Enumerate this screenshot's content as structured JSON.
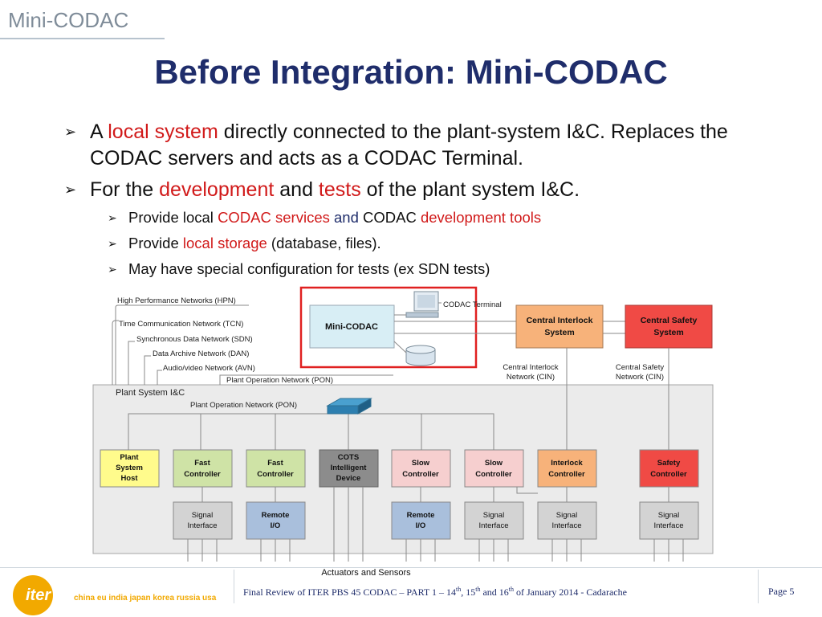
{
  "header": {
    "label": "Mini-CODAC",
    "title": "Before Integration: Mini-CODAC"
  },
  "bullets": {
    "b1": {
      "p1": "A ",
      "p2": "local system",
      "p3": " directly connected to the plant-system I&C. Replaces the CODAC servers and acts as a CODAC Terminal."
    },
    "b2": {
      "p1": "For the ",
      "p2": "development",
      "p3": " and ",
      "p4": "tests",
      "p5": " of the plant system I&C."
    },
    "sub1": {
      "p1": "Provide local ",
      "p2": "CODAC services",
      "p3": " and ",
      "p4": "CODAC ",
      "p5": "development tools"
    },
    "sub2": {
      "p1": "Provide ",
      "p2": "local storage",
      "p3": " (database, files)."
    },
    "sub3": {
      "p1": "May have special configuration for tests (ex SDN tests)"
    }
  },
  "diagram": {
    "networks": {
      "hpn": "High Performance Networks (HPN)",
      "tcn": "Time Communication Network (TCN)",
      "sdn": "Synchronous Data Network (SDN)",
      "dan": "Data Archive Network (DAN)",
      "avn": "Audio/video Network (AVN)",
      "pon_top": "Plant Operation Network (PON)",
      "pon_inner": "Plant Operation Network (PON)"
    },
    "mini_codac": "Mini-CODAC",
    "codac_terminal": "CODAC Terminal",
    "central_interlock": [
      "Central Interlock",
      "System"
    ],
    "central_safety": [
      "Central Safety",
      "System"
    ],
    "cin_interlock": [
      "Central Interlock",
      "Network (CIN)"
    ],
    "cin_safety": [
      "Central Safety",
      "Network (CIN)"
    ],
    "plant_system_ic": "Plant System I&C",
    "controllers": {
      "psh": [
        "Plant",
        "System",
        "Host"
      ],
      "fast1": [
        "Fast",
        "Controller"
      ],
      "fast2": [
        "Fast",
        "Controller"
      ],
      "cots": [
        "COTS",
        "Intelligent",
        "Device"
      ],
      "slow1": [
        "Slow",
        "Controller"
      ],
      "slow2": [
        "Slow",
        "Controller"
      ],
      "interlock": [
        "Interlock",
        "Controller"
      ],
      "safety": [
        "Safety",
        "Controller"
      ]
    },
    "io": {
      "sig1": [
        "Signal",
        "Interface"
      ],
      "remote1": [
        "Remote",
        "I/O"
      ],
      "remote2": [
        "Remote",
        "I/O"
      ],
      "sig2": [
        "Signal",
        "Interface"
      ],
      "sig3": [
        "Signal",
        "Interface"
      ],
      "sig4": [
        "Signal",
        "Interface"
      ]
    },
    "actuators": "Actuators and Sensors"
  },
  "footer": {
    "logo_word": "iter",
    "logo_members": "china eu india japan korea russia usa",
    "text_prefix": "Final Review of ITER  PBS 45 CODAC – PART 1 – 14",
    "sup1": "th",
    "sep1": ", 15",
    "sup2": "th",
    "sep2": " and 16",
    "sup3": "th",
    "text_suffix": " of January 2014 - Cadarache",
    "page": "Page 5"
  },
  "colors": {
    "title": "#1f2d6b",
    "highlight": "#d11a1a",
    "interlock": "#f7b27a",
    "safety": "#f04a45",
    "mini_codac": "#d8eef5",
    "fast": "#cfe3a6",
    "slow": "#f6cfcf",
    "psh": "#fffb8c",
    "cots": "#8c8c8c",
    "remote_io": "#a9bfdc",
    "signal": "#d3d3d3",
    "logo": "#f2a900"
  }
}
